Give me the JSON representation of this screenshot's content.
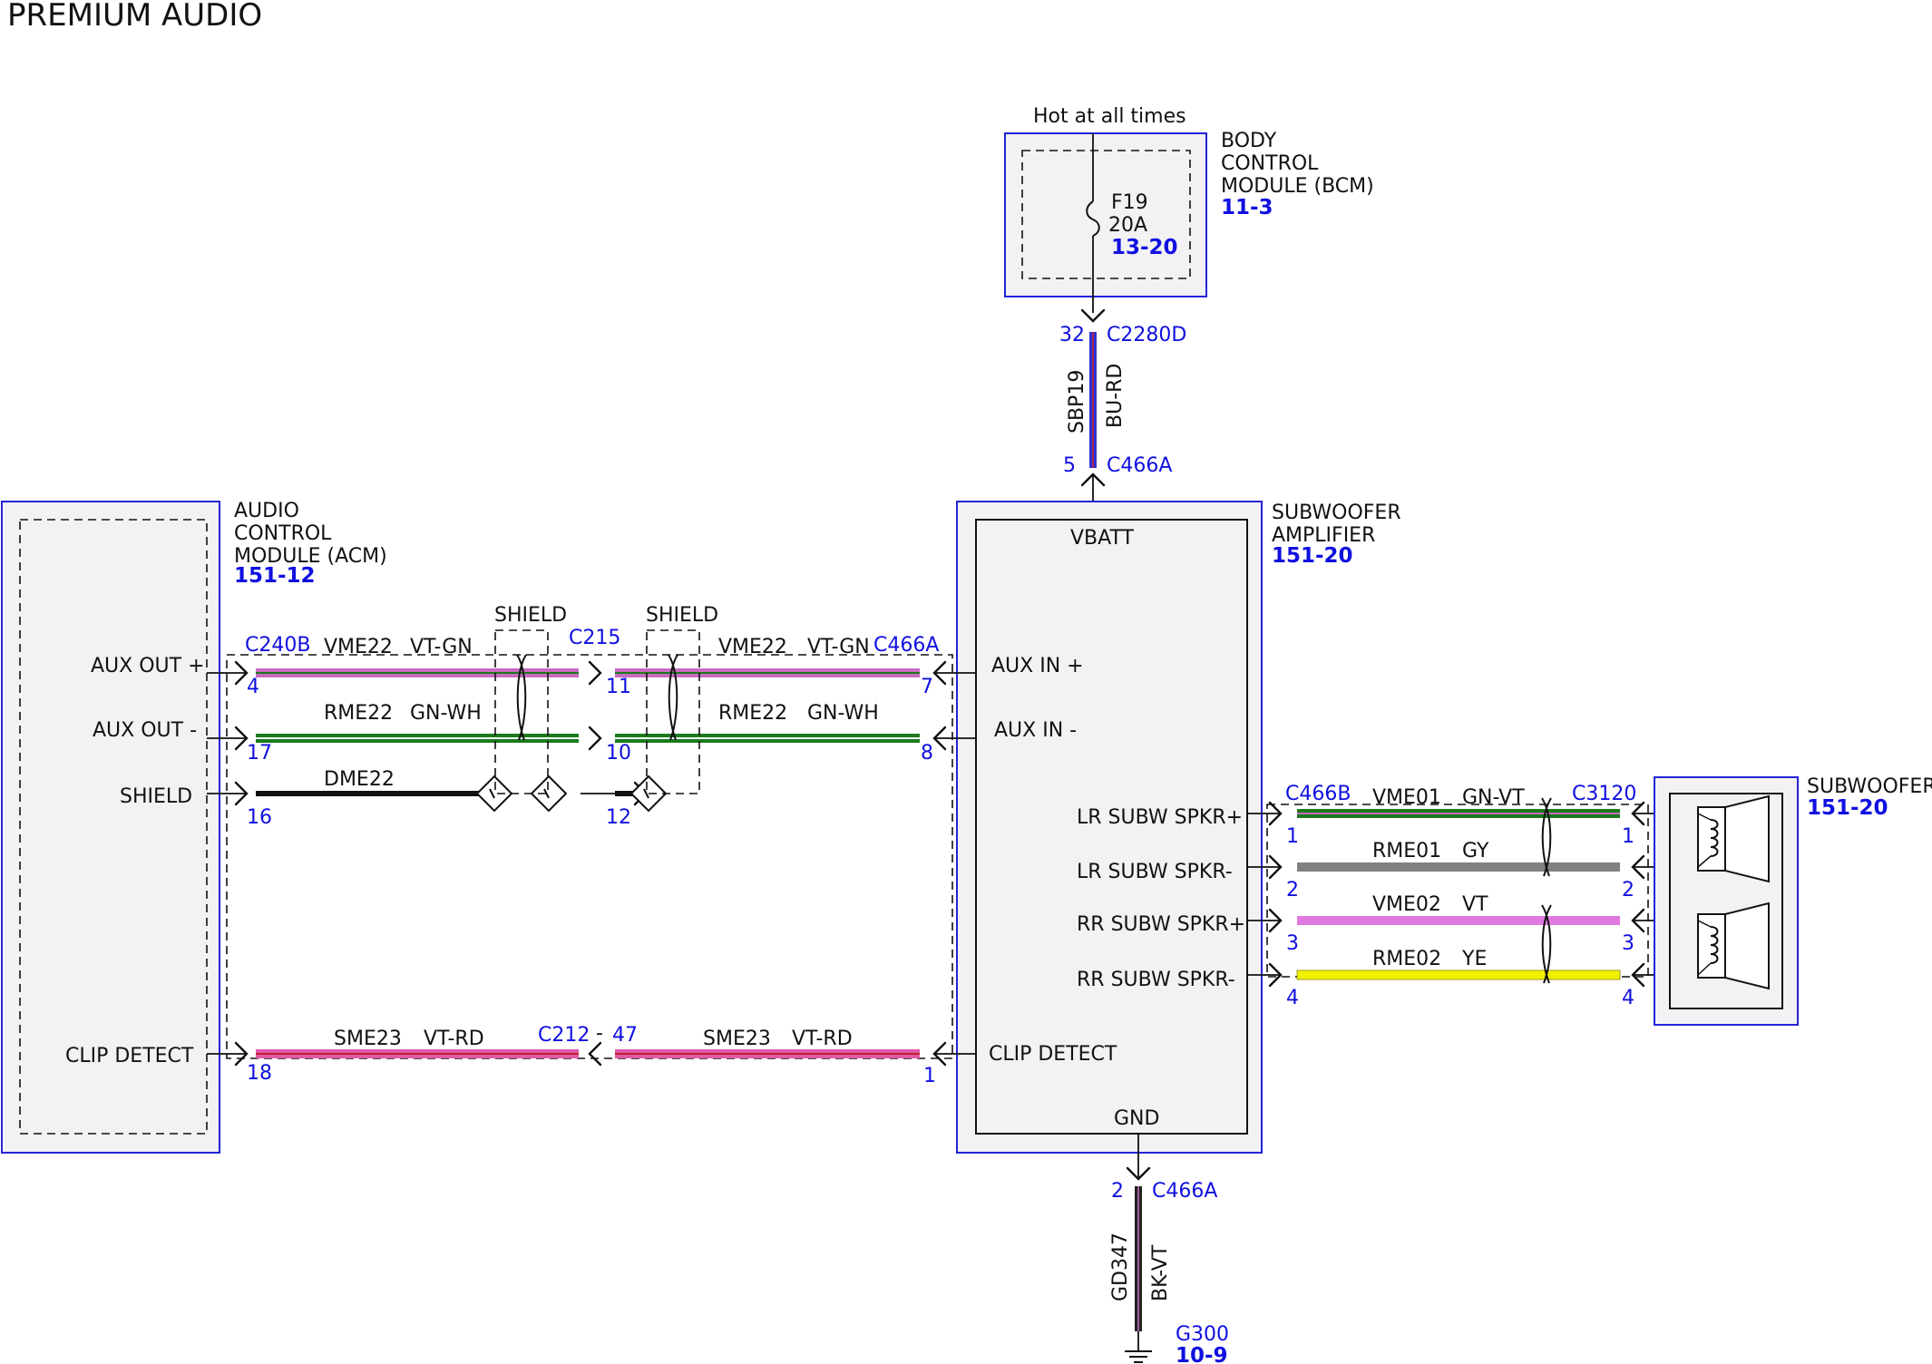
{
  "title": "PREMIUM AUDIO",
  "bcm": {
    "supply": "Hot at all times",
    "name": [
      "BODY",
      "CONTROL",
      "MODULE (BCM)"
    ],
    "ref": "11-3",
    "fuse": "F19",
    "fuse_rating": "20A",
    "fuse_ref": "13-20"
  },
  "power": {
    "pin_top": "32",
    "conn_top": "C2280D",
    "circuit": "SBP19",
    "color": "BU-RD",
    "pin_bottom": "5",
    "conn_bottom": "C466A"
  },
  "acm": {
    "name": [
      "AUDIO",
      "CONTROL",
      "MODULE (ACM)"
    ],
    "ref": "151-12",
    "aux_out_plus": "AUX OUT +",
    "aux_out_minus": "AUX OUT -",
    "shield": "SHIELD",
    "clip_detect": "CLIP DETECT"
  },
  "amp": {
    "name": [
      "SUBWOOFER",
      "AMPLIFIER"
    ],
    "ref": "151-20",
    "vbatt": "VBATT",
    "aux_in_plus": "AUX IN +",
    "aux_in_minus": "AUX IN -",
    "lr_plus": "LR SUBW SPKR+",
    "lr_minus": "LR SUBW SPKR-",
    "rr_plus": "RR SUBW SPKR+",
    "rr_minus": "RR SUBW SPKR-",
    "clip_detect": "CLIP DETECT",
    "gnd": "GND"
  },
  "signal": {
    "conn_acm": "C240B",
    "conn_mid": "C215",
    "conn_amp": "C466A",
    "shield_label": "SHIELD",
    "vme22": "VME22",
    "vme22_color": "VT-GN",
    "rme22": "RME22",
    "rme22_color": "GN-WH",
    "dme22": "DME22",
    "sme23": "SME23",
    "sme23_color": "VT-RD",
    "conn_c212": "C212",
    "c212_pin": "47",
    "pins": {
      "acm_aux_plus": "4",
      "acm_aux_minus": "17",
      "acm_shield": "16",
      "acm_clip": "18",
      "mid_aux_plus": "11",
      "mid_aux_minus": "10",
      "mid_shield": "12",
      "amp_aux_plus": "7",
      "amp_aux_minus": "8",
      "amp_clip": "1"
    }
  },
  "speaker_wires": {
    "conn_amp": "C466B",
    "conn_sub": "C3120",
    "vme01": "VME01",
    "vme01_color": "GN-VT",
    "rme01": "RME01",
    "rme01_color": "GY",
    "vme02": "VME02",
    "vme02_color": "VT",
    "rme02": "RME02",
    "rme02_color": "YE",
    "pins_amp": [
      "1",
      "2",
      "3",
      "4"
    ],
    "pins_sub": [
      "1",
      "2",
      "3",
      "4"
    ]
  },
  "subwoofer": {
    "name": "SUBWOOFER",
    "ref": "151-20"
  },
  "ground": {
    "pin": "2",
    "conn": "C466A",
    "circuit": "GD347",
    "color": "BK-VT",
    "point": "G300",
    "ref": "10-9"
  },
  "colors": {
    "module_outline": "#2323d8",
    "pin_text": "#1010e0",
    "wire_vt_gn": "#c86cc0",
    "wire_gn_wh": "#1c7a1c",
    "wire_vt_rd": "#e05aa8",
    "wire_gn_vt": "#1c7a1c",
    "wire_gy": "#808080",
    "wire_vt": "#e07ae0",
    "wire_ye": "#f0f000",
    "wire_bu_rd": "#3030d0",
    "wire_bk_vt": "#222222"
  }
}
